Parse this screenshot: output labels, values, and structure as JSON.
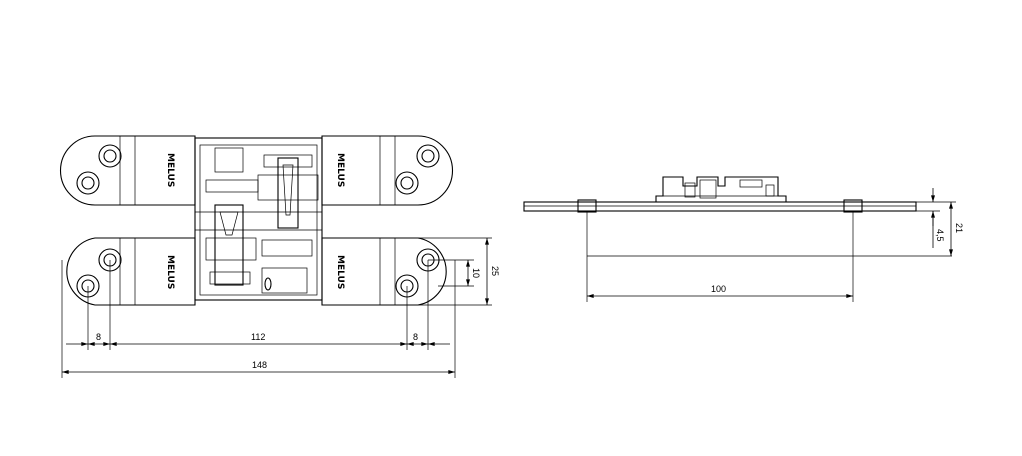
{
  "drawing": {
    "brand_label": "MELUS",
    "top_view": {
      "dim_hole_offset_left": "8",
      "dim_hole_spacing": "112",
      "dim_hole_offset_right": "8",
      "dim_total_length": "148",
      "dim_width": "25",
      "dim_hole_offset_vertical": "10"
    },
    "side_view": {
      "dim_body_length": "100",
      "dim_total_height": "21",
      "dim_plate_thickness": "4,5"
    }
  }
}
